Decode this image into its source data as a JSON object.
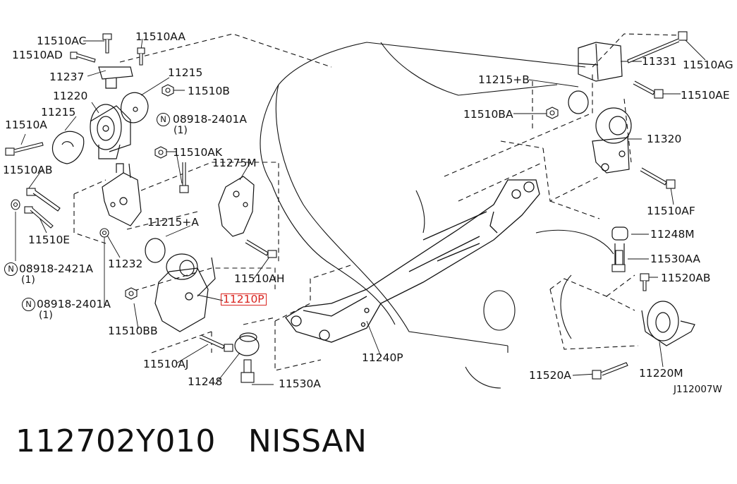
{
  "labels": {
    "l11510AC": "11510AC",
    "l11510AA": "11510AA",
    "l11510AD": "11510AD",
    "l11237": "11237",
    "l11215_top": "11215",
    "l11220": "11220",
    "l11510B": "11510B",
    "l11215_left": "11215",
    "l08918_2401A_top": "08918-2401A",
    "l11510A": "11510A",
    "l11510AK": "11510AK",
    "l11510AB": "11510AB",
    "l11275M": "11275M",
    "l11510E": "11510E",
    "l11215_A": "11215+A",
    "l08918_2421A": "08918-2421A",
    "l11232": "11232",
    "l11510AH": "11510AH",
    "l11210P": "11210P",
    "l08918_2401A_bot": "08918-2401A",
    "l11510BB": "11510BB",
    "l11510AJ": "11510AJ",
    "l11248": "11248",
    "l11530A": "11530A",
    "l11240P": "11240P",
    "l11331": "11331",
    "l11510AG": "11510AG",
    "l11215_B": "11215+B",
    "l11510AE": "11510AE",
    "l11510BA": "11510BA",
    "l11320": "11320",
    "l11510AF": "11510AF",
    "l11248M": "11248M",
    "l11530AA": "11530AA",
    "l11520AB": "11520AB",
    "l11520A": "11520A",
    "l11220M": "11220M"
  },
  "qty_marks": {
    "q1": "(1)",
    "q2": "(1)",
    "q3": "(1)"
  },
  "n_symbol": "N",
  "diagram_code": "J112007W",
  "footer": {
    "part_number": "112702Y010",
    "brand": "NISSAN"
  }
}
